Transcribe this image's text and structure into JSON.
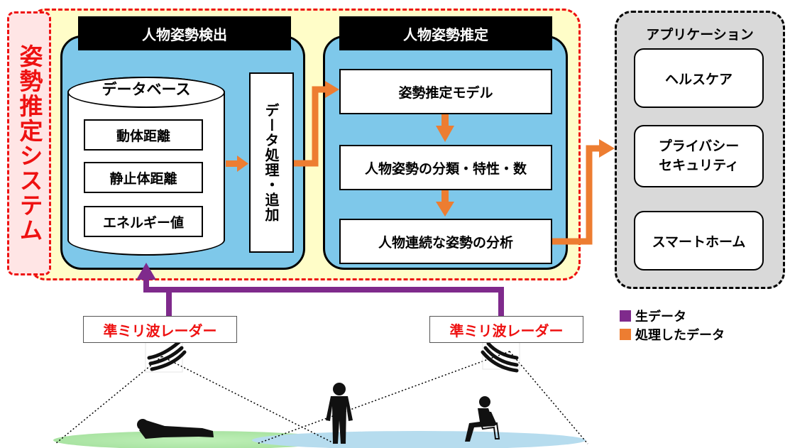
{
  "system": {
    "title": "姿勢推定システム"
  },
  "detection": {
    "header": "人物姿勢検出",
    "database_title": "データベース",
    "items": [
      "動体距離",
      "静止体距離",
      "エネルギー値"
    ],
    "processing_label": "データ処理・追加"
  },
  "estimation": {
    "header": "人物姿勢推定",
    "steps": [
      "姿勢推定モデル",
      "人物姿勢の分類・特性・数",
      "人物連続な姿勢の分析"
    ]
  },
  "applications": {
    "title": "アプリケーション",
    "items": [
      "ヘルスケア",
      "プライバシー\nセキュリティ",
      "スマートホーム"
    ]
  },
  "radars": [
    "準ミリ波レーダー",
    "準ミリ波レーダー"
  ],
  "legend": [
    {
      "label": "生データ",
      "color": "#7f2a8c"
    },
    {
      "label": "処理したデータ",
      "color": "#ed7d31"
    }
  ],
  "colors": {
    "raw_data": "#7f2a8c",
    "processed_data": "#ed7d31",
    "panel_blue": "#7ec8ea",
    "system_border": "#ee1111"
  },
  "icons": [
    "radar-wave-icon",
    "person-lying-icon",
    "person-standing-icon",
    "person-sitting-icon"
  ]
}
